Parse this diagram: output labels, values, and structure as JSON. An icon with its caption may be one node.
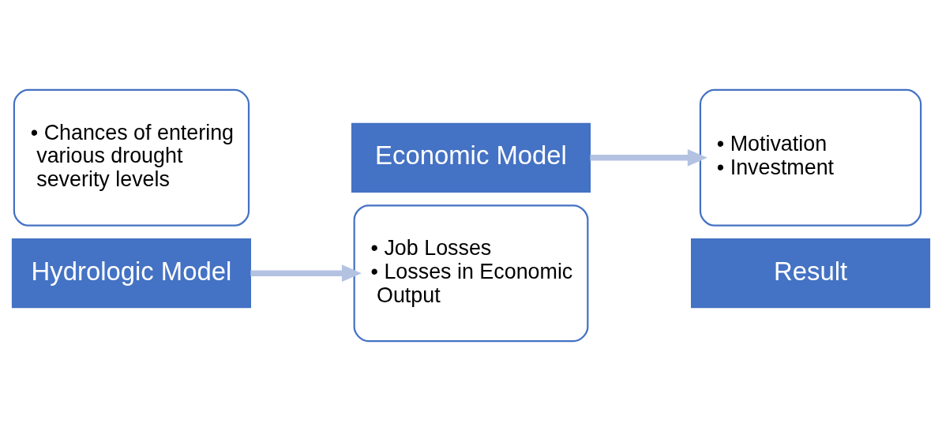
{
  "diagram": {
    "nodes": [
      {
        "text": [
          "• Chances of entering various drought severity levels"
        ]
      },
      {
        "text": [
          "Hydrologic Model"
        ]
      },
      {
        "text": [
          "Economic Model"
        ]
      },
      {
        "text": [
          "• Job Losses",
          "• Losses in Economic Output"
        ]
      },
      {
        "text": [
          "• Motivation",
          "• Investment"
        ]
      },
      {
        "text": [
          "Result"
        ]
      }
    ],
    "edges": [
      {
        "from": 1,
        "to": 3,
        "arrow": "to"
      },
      {
        "from": 2,
        "to": 4,
        "arrow": "to"
      }
    ]
  }
}
